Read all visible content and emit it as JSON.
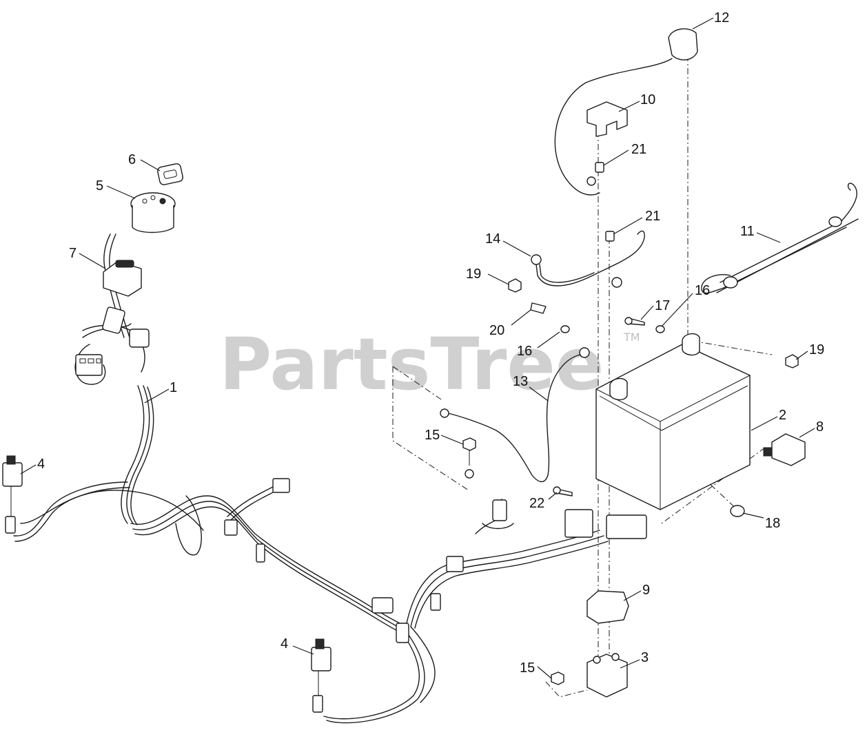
{
  "watermark": {
    "text": "PartsTree",
    "tm": "TM",
    "color": "#c8c8c8"
  },
  "callouts": [
    {
      "id": "c1",
      "label": "1"
    },
    {
      "id": "c2",
      "label": "2"
    },
    {
      "id": "c3",
      "label": "3"
    },
    {
      "id": "c4a",
      "label": "4"
    },
    {
      "id": "c4b",
      "label": "4"
    },
    {
      "id": "c5",
      "label": "5"
    },
    {
      "id": "c6",
      "label": "6"
    },
    {
      "id": "c7",
      "label": "7"
    },
    {
      "id": "c8",
      "label": "8"
    },
    {
      "id": "c9",
      "label": "9"
    },
    {
      "id": "c10",
      "label": "10"
    },
    {
      "id": "c11",
      "label": "11"
    },
    {
      "id": "c12",
      "label": "12"
    },
    {
      "id": "c13",
      "label": "13"
    },
    {
      "id": "c14",
      "label": "14"
    },
    {
      "id": "c15a",
      "label": "15"
    },
    {
      "id": "c15b",
      "label": "15"
    },
    {
      "id": "c16a",
      "label": "16"
    },
    {
      "id": "c16b",
      "label": "16"
    },
    {
      "id": "c17",
      "label": "17"
    },
    {
      "id": "c18",
      "label": "18"
    },
    {
      "id": "c19a",
      "label": "19"
    },
    {
      "id": "c19b",
      "label": "19"
    },
    {
      "id": "c20",
      "label": "20"
    },
    {
      "id": "c21a",
      "label": "21"
    },
    {
      "id": "c21b",
      "label": "21"
    },
    {
      "id": "c22",
      "label": "22"
    }
  ]
}
